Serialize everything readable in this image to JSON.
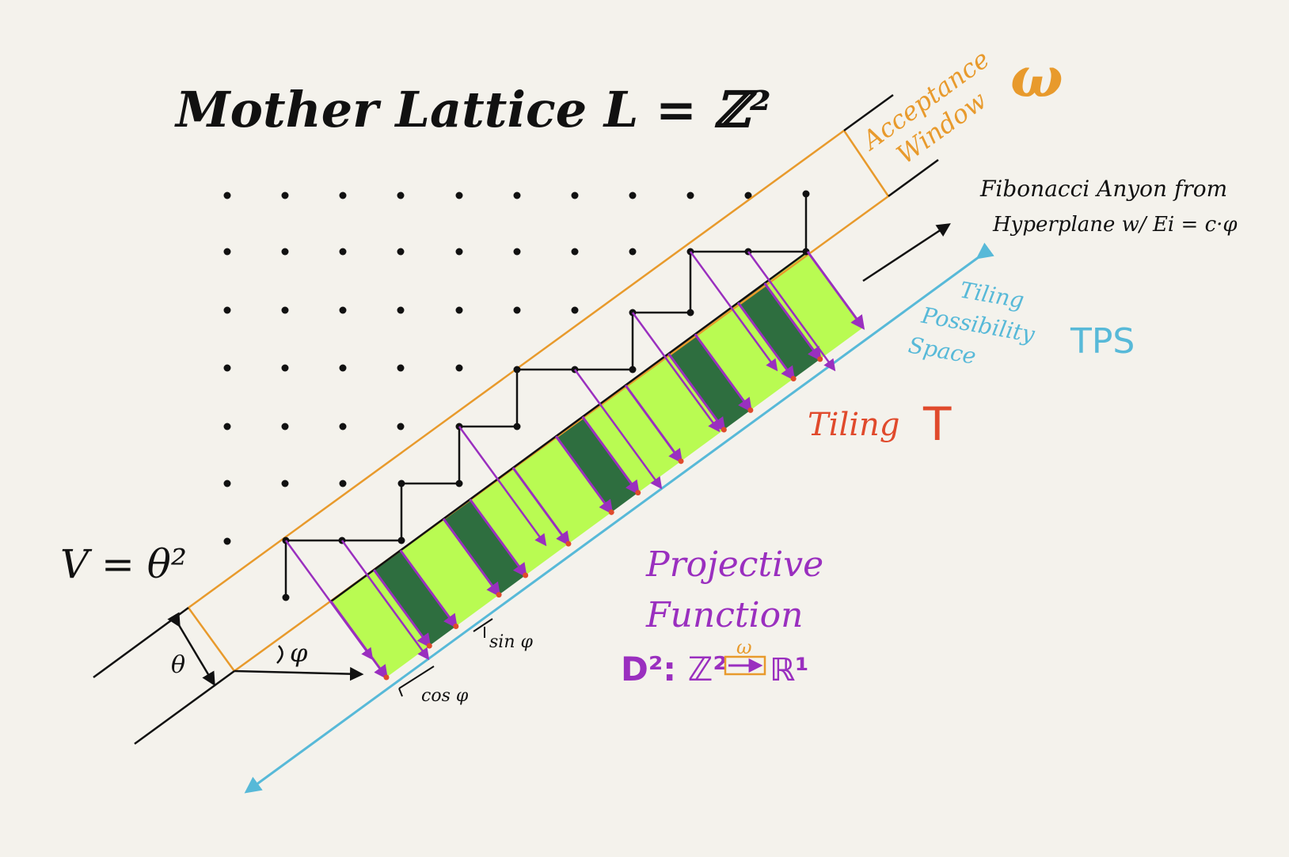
{
  "title": "Mother Lattice  L = ℤ²",
  "labels": {
    "acceptance_window": [
      "Acceptance",
      "Window"
    ],
    "window_symbol": "ω",
    "fibonacci": [
      "Fibonacci Anyon from",
      "Hyperplane w/ Ei = c·φ"
    ],
    "tps": [
      "Tiling",
      "Possibility",
      "Space"
    ],
    "tps_abbr": "TPS",
    "tiling": "Tiling",
    "tiling_symbol": "T",
    "projective": [
      "Projective",
      "Function"
    ],
    "projective_formula_left": "D²: ℤ²",
    "projective_formula_right": "ℝ¹",
    "projective_arrow_label": "ω",
    "volume": "V = θ²",
    "theta": "θ",
    "phi": "φ",
    "sin_phi": "sin φ",
    "cos_phi": "cos φ"
  },
  "colors": {
    "orange": "#e89a2c",
    "blue": "#57b9d8",
    "purple": "#9a2fbf",
    "red": "#e04a2c",
    "light_tile": "#b9fb52",
    "dark_tile": "#2e6e3f",
    "ink": "#111111"
  },
  "tiles": [
    "L",
    "S",
    "L",
    "S",
    "L",
    "L",
    "S",
    "L",
    "L",
    "S",
    "L",
    "S",
    "L"
  ]
}
